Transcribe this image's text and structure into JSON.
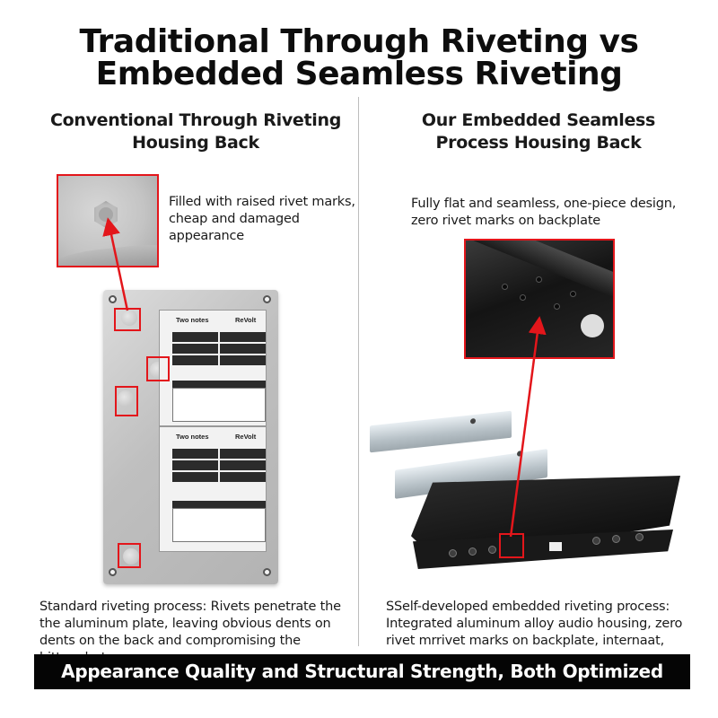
{
  "title": {
    "line1": "Traditional Through Riveting vs",
    "line2": "Embedded Seamless Riveting"
  },
  "left": {
    "heading_line1": "Conventional Through Riveting",
    "heading_line2": "Housing Back",
    "zoom_note": "Filled with raised rivet marks, cheap and damaged appearance",
    "bottom_note": "Standard riveting process: Rivets penetrate the the aluminum plate, leaving obvious dents on dents on the back and compromising the hittenplrat,",
    "label": {
      "brand_left": "Two notes",
      "brand_right": "ReVolt"
    }
  },
  "right": {
    "heading_line1": "Our Embedded Seamless",
    "heading_line2": "Process Housing Back",
    "zoom_note": "Fully flat and seamless, one-piece design, zero rivet marks on backplate",
    "bottom_note": "SSelf-developed embedded riveting process: Integrated aluminum alloy audio housing, zero rivet mrrivet marks on backplate, internaat,"
  },
  "banner": "Appearance Quality and Structural Strength, Both Optimized",
  "colors": {
    "accent_red": "#e3161b",
    "banner_bg": "#050505",
    "banner_text": "#ffffff"
  }
}
